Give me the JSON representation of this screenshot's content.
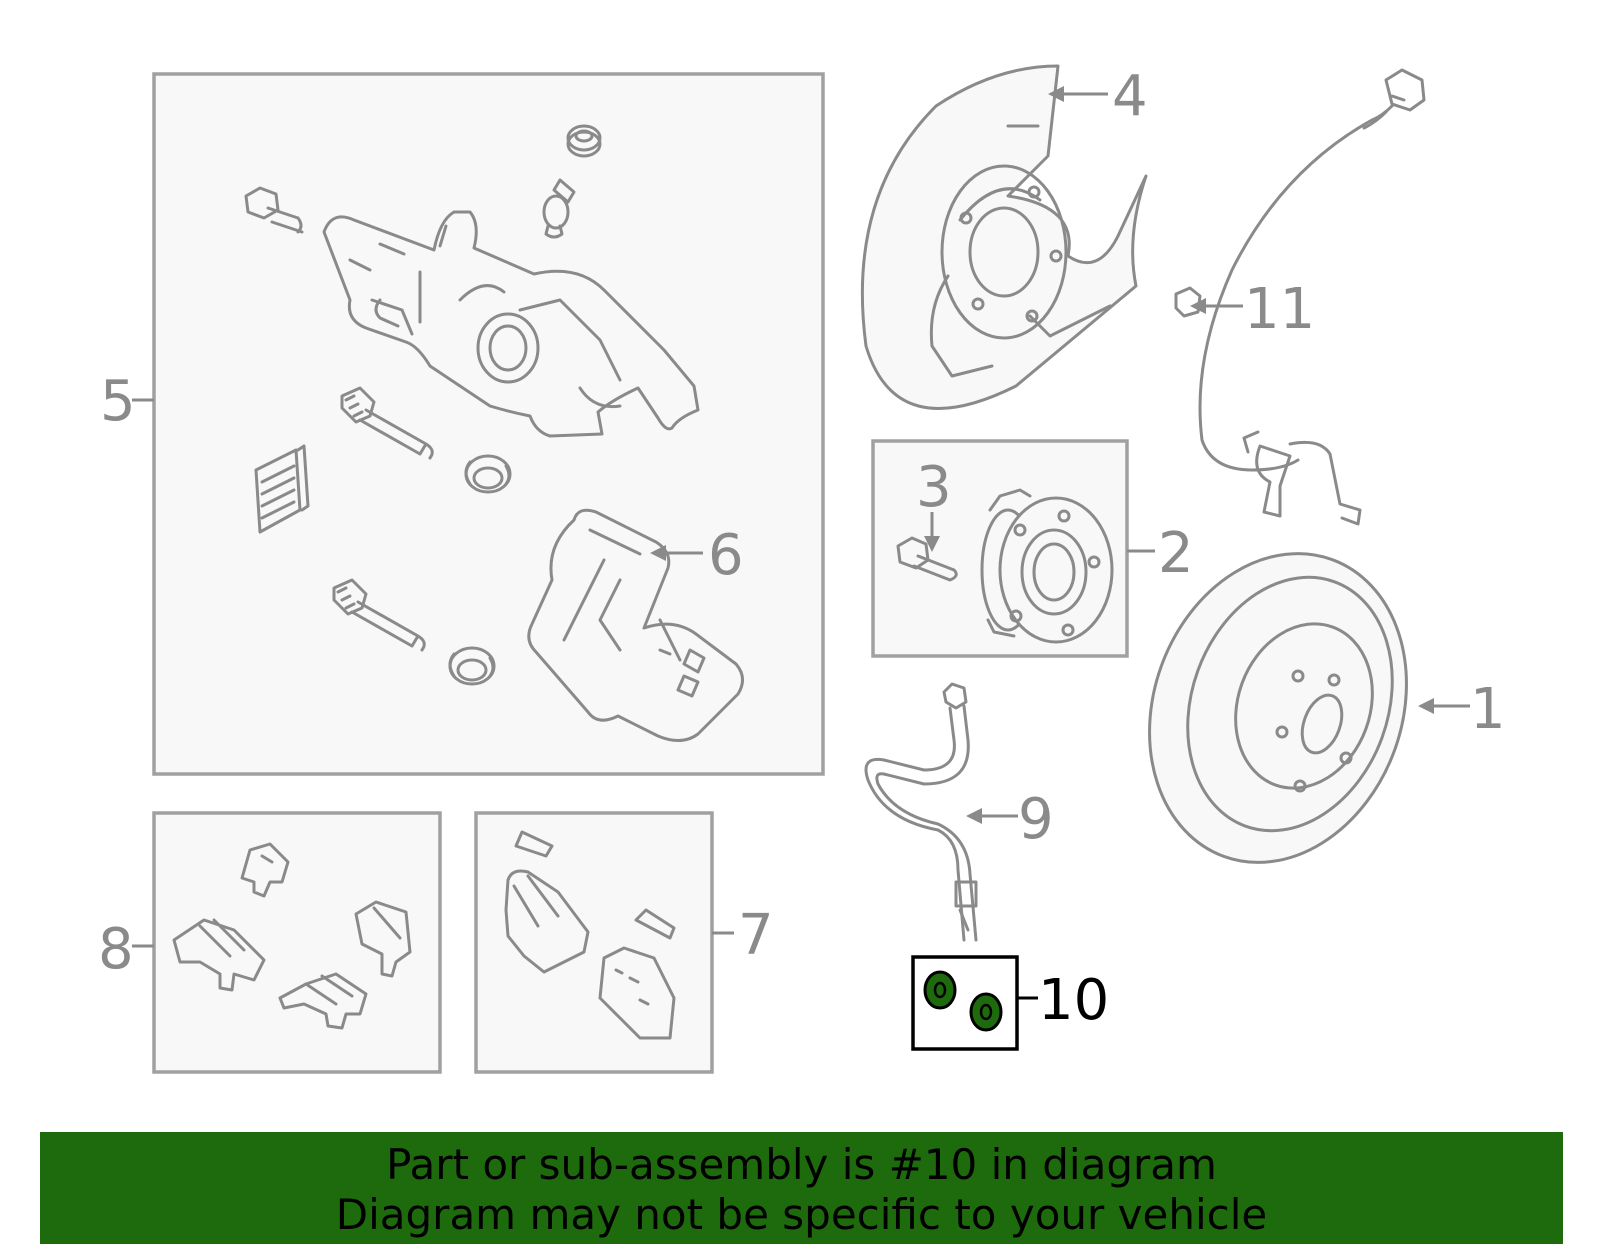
{
  "callouts": {
    "c1": "1",
    "c2": "2",
    "c3": "3",
    "c4": "4",
    "c5": "5",
    "c6": "6",
    "c7": "7",
    "c8": "8",
    "c9": "9",
    "c10": "10",
    "c11": "11"
  },
  "highlighted_part": "10",
  "colors": {
    "banner": "#1e6b0e",
    "highlight_part": "#1e6b0e",
    "line": "#8a8a8a"
  },
  "banner": {
    "line1": "Part or sub-assembly is #10 in diagram",
    "line2": "Diagram may not be specific to your vehicle"
  }
}
